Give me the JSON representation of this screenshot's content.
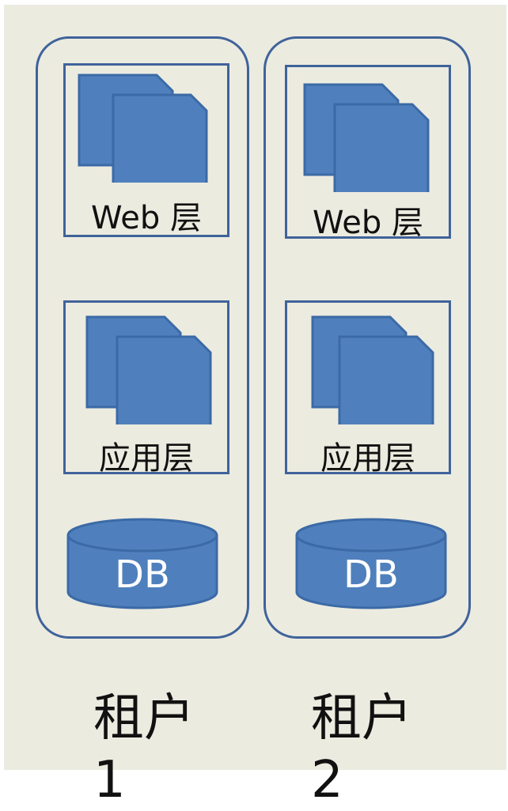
{
  "colors": {
    "background": "#ecebe0",
    "outline": "#3f639a",
    "fill": "#4f80bd",
    "stroke": "#3b6aa6"
  },
  "icons": {
    "server_stack": "stacked-documents-icon",
    "database": "cylinder-database-icon"
  },
  "tenants": [
    {
      "web_layer_label": "Web 层",
      "app_layer_label": "应用层",
      "db_label": "DB",
      "tenant_label": "租户\n1"
    },
    {
      "web_layer_label": "Web 层",
      "app_layer_label": "应用层",
      "db_label": "DB",
      "tenant_label": "租户\n2"
    }
  ]
}
